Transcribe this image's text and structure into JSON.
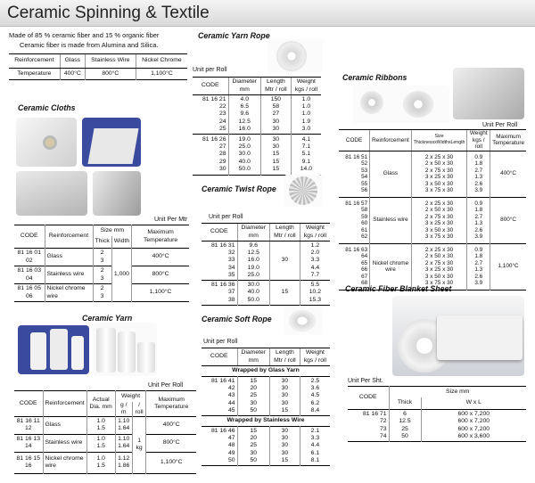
{
  "page_title": "Ceramic Spinning & Textile",
  "intro": {
    "line1": "Made of 85 % ceramic fiber and 15 % organic fiber",
    "line2": "Ceramic fiber is made from Alumina and Silica."
  },
  "temp_table": {
    "headers": [
      "Reinforcement",
      "Glass",
      "Stainless Wire",
      "Nickel Chrome"
    ],
    "row_label": "Temperature",
    "values": [
      "400°C",
      "800°C",
      "1,100°C"
    ]
  },
  "cloths": {
    "title": "Ceramic Cloths",
    "unit": "Unit Per Mtr",
    "headers": {
      "code": "CODE",
      "reinforcement": "Reinforcement",
      "size": "Size mm",
      "thick": "Thick",
      "width": "Width",
      "maxtemp": "Maximum Temperature"
    },
    "rows": [
      {
        "code": "81 16 01\n02",
        "reinforcement": "Glass",
        "thick": "2\n3",
        "temp": "400°C"
      },
      {
        "code": "81 16 03\n04",
        "reinforcement": "Stainless wire",
        "thick": "2\n3",
        "temp": "800°C"
      },
      {
        "code": "81 16 05\n06",
        "reinforcement": "Nickel chrome wire",
        "thick": "2\n3",
        "temp": "1,100°C"
      }
    ],
    "width": "1,000"
  },
  "yarn": {
    "title": "Ceramic Yarn",
    "unit": "Unit Per Roll",
    "headers": {
      "code": "CODE",
      "reinforcement": "Reinforcement",
      "actual": "Actual Dia. mm",
      "weight": "Weight",
      "gm": "g / m",
      "roll": "/ roll",
      "maxtemp": "Maximum Temperature"
    },
    "rows": [
      {
        "code": "81 16 11\n12",
        "reinforcement": "Glass",
        "dia": "1.0\n1.5",
        "gm": "1.10\n1.64",
        "temp": "400°C"
      },
      {
        "code": "81 16 13\n14",
        "reinforcement": "Stainless wire",
        "dia": "1.0\n1.5",
        "gm": "1.10\n1.64",
        "temp": "800°C"
      },
      {
        "code": "81 16 15\n16",
        "reinforcement": "Nickel chrome wire",
        "dia": "1.0\n1.5",
        "gm": "1.12\n1.86",
        "temp": "1,100°C"
      }
    ],
    "roll": "1 kg"
  },
  "yarn_rope": {
    "title": "Ceramic Yarn Rope",
    "unit": "Unit per Roll",
    "headers": [
      "CODE",
      "Diameter mm",
      "Length Mtr / roll",
      "Weight kgs / roll"
    ],
    "groups": [
      {
        "codes": "81 16 21\n22\n23\n24\n25",
        "dia": "4.0\n6.5\n9.6\n12.5\n16.0",
        "len": "150\n58\n27\n30\n30",
        "wt": "1.0\n1.0\n1.0\n1.9\n3.0"
      },
      {
        "codes": "81 16 26\n27\n28\n29\n30",
        "dia": "19.0\n25.0\n30.0\n40.0\n50.0",
        "len": "30\n30\n15\n15\n15",
        "wt": "4.1\n7.1\n5.1\n9.1\n14.0"
      }
    ]
  },
  "twist_rope": {
    "title": "Ceramic Twist Rope",
    "unit": "Unit per Roll",
    "headers": [
      "CODE",
      "Diameter mm",
      "Length Mtr / roll",
      "Weight kgs / roll"
    ],
    "groups": [
      {
        "codes": "81 16 31\n32\n33\n34\n35",
        "dia": "9.6\n12.5\n16.0\n19.0\n25.0",
        "len": "30",
        "wt": "1.2\n2.0\n3.3\n4.4\n7.7"
      },
      {
        "codes": "81 16 36\n37\n38",
        "dia": "30.0\n40.0\n50.0",
        "len": "15",
        "wt": "5.5\n10.2\n15.3"
      }
    ]
  },
  "soft_rope": {
    "title": "Ceramic Soft Rope",
    "unit": "Unit per Roll",
    "headers": [
      "CODE",
      "Diameter mm",
      "Length Mtr / roll",
      "Weight kgs / roll"
    ],
    "glass_caption": "Wrapped by Glass Yarn",
    "steel_caption": "Wrapped by Stainless Wire",
    "glass": {
      "codes": "81 16 41\n42\n43\n44\n45",
      "dia": "15\n20\n25\n30\n50",
      "len": "30\n30\n30\n30\n15",
      "wt": "2.5\n3.6\n4.5\n6.2\n8.4"
    },
    "steel": {
      "codes": "81 16 46\n47\n48\n49\n50",
      "dia": "15\n20\n25\n30\n50",
      "len": "30\n30\n30\n30\n15",
      "wt": "2.1\n3.3\n4.4\n6.1\n8.1"
    }
  },
  "ribbons": {
    "title": "Ceramic Ribbons",
    "unit": "Unit Per Roll",
    "headers": [
      "CODE",
      "Reinforcement",
      "Size ThicknessxWidthxLength",
      "Weight kgs / roll",
      "Maximum Temperature"
    ],
    "groups": [
      {
        "codes": "81 16 51\n52\n53\n54\n55\n56",
        "reinforcement": "Glass",
        "sizes": "2 x 25 x 30\n2 x 50 x 30\n2 x 75 x 30\n3 x 25 x 30\n3 x 50 x 30\n3 x 75 x 30",
        "wt": "0.9\n1.8\n2.7\n1.3\n2.6\n3.9",
        "temp": "400°C"
      },
      {
        "codes": "81 16 57\n58\n59\n60\n61\n62",
        "reinforcement": "Stainless wire",
        "sizes": "2 x 25 x 30\n2 x 50 x 30\n2 x 75 x 30\n3 x 25 x 30\n3 x 50 x 30\n3 x 75 x 30",
        "wt": "0.9\n1.8\n2.7\n1.3\n2.6\n3.9",
        "temp": "800°C"
      },
      {
        "codes": "81 16 63\n64\n65\n66\n67\n68",
        "reinforcement": "Nickel chrome wire",
        "sizes": "2 x 25 x 30\n2 x 50 x 30\n2 x 75 x 30\n3 x 25 x 30\n3 x 50 x 30\n3 x 75 x 30",
        "wt": "0.9\n1.8\n2.7\n1.3\n2.6\n3.9",
        "temp": "1,100°C"
      }
    ]
  },
  "blanket": {
    "title": "Ceramic Fiber Blanket Sheet",
    "unit": "Unit Per Sht.",
    "headers": {
      "code": "CODE",
      "size": "Size mm",
      "thick": "Thick",
      "wl": "W x L"
    },
    "codes": "81 16 71\n72\n73\n74",
    "thick": "6\n12.5\n25\n50",
    "wl": "600 x 7,200\n600 x 7,200\n600 x 7,200\n600 x 3,600"
  },
  "colors": {
    "header_bg": "#dcdcdc",
    "rule": "#000000",
    "photo_blue": "#3a4a9e"
  }
}
